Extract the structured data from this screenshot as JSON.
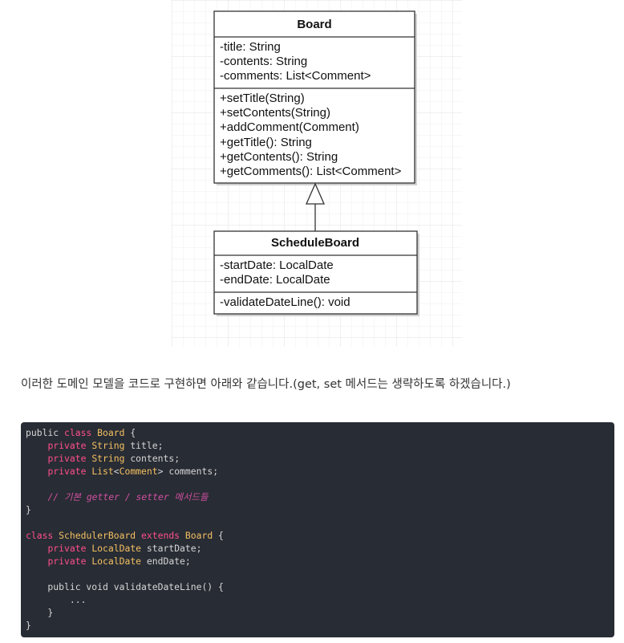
{
  "diagram": {
    "parent_class": {
      "name": "Board",
      "attributes": [
        "-title: String",
        "-contents: String",
        "-comments: List<Comment>"
      ],
      "methods": [
        "+setTitle(String)",
        "+setContents(String)",
        "+addComment(Comment)",
        "+getTitle(): String",
        "+getContents(): String",
        "+getComments(): List<Comment>"
      ]
    },
    "child_class": {
      "name": "ScheduleBoard",
      "attributes": [
        "-startDate: LocalDate",
        "-endDate: LocalDate"
      ],
      "methods": [
        "-validateDateLine(): void"
      ]
    },
    "relationship": "generalization"
  },
  "caption": "이러한 도메인 모델을 코드로 구현하면 아래와 같습니다.(get, set 메서드는 생략하도록 하겠습니다.)",
  "code": {
    "language": "java",
    "lines": [
      [
        {
          "t": "tx",
          "s": "public "
        },
        {
          "t": "kw",
          "s": "class "
        },
        {
          "t": "ty",
          "s": "Board"
        },
        {
          "t": "tx",
          "s": " {"
        }
      ],
      [
        {
          "t": "tx",
          "s": "    "
        },
        {
          "t": "kw",
          "s": "private "
        },
        {
          "t": "ty",
          "s": "String"
        },
        {
          "t": "tx",
          "s": " title;"
        }
      ],
      [
        {
          "t": "tx",
          "s": "    "
        },
        {
          "t": "kw",
          "s": "private "
        },
        {
          "t": "ty",
          "s": "String"
        },
        {
          "t": "tx",
          "s": " contents;"
        }
      ],
      [
        {
          "t": "tx",
          "s": "    "
        },
        {
          "t": "kw",
          "s": "private "
        },
        {
          "t": "ty",
          "s": "List"
        },
        {
          "t": "tx",
          "s": "<"
        },
        {
          "t": "ty",
          "s": "Comment"
        },
        {
          "t": "tx",
          "s": "> comments;"
        }
      ],
      [],
      [
        {
          "t": "tx",
          "s": "    "
        },
        {
          "t": "cm",
          "s": "// 기본 getter / setter 메서드들"
        }
      ],
      [
        {
          "t": "tx",
          "s": "}"
        }
      ],
      [],
      [
        {
          "t": "kw",
          "s": "class "
        },
        {
          "t": "ty",
          "s": "SchedulerBoard"
        },
        {
          "t": "tx",
          "s": " "
        },
        {
          "t": "kw",
          "s": "extends "
        },
        {
          "t": "ty",
          "s": "Board"
        },
        {
          "t": "tx",
          "s": " {"
        }
      ],
      [
        {
          "t": "tx",
          "s": "    "
        },
        {
          "t": "kw",
          "s": "private "
        },
        {
          "t": "ty",
          "s": "LocalDate"
        },
        {
          "t": "tx",
          "s": " startDate;"
        }
      ],
      [
        {
          "t": "tx",
          "s": "    "
        },
        {
          "t": "kw",
          "s": "private "
        },
        {
          "t": "ty",
          "s": "LocalDate"
        },
        {
          "t": "tx",
          "s": " endDate;"
        }
      ],
      [],
      [
        {
          "t": "tx",
          "s": "    public void validateDateLine() {"
        }
      ],
      [
        {
          "t": "tx",
          "s": "        ..."
        }
      ],
      [
        {
          "t": "tx",
          "s": "    }"
        }
      ],
      [
        {
          "t": "tx",
          "s": "}"
        }
      ]
    ]
  },
  "colors": {
    "code_background": "#282c34",
    "keyword": "#ff4f8b",
    "type": "#f4c062",
    "comment": "#d14fa0",
    "text": "#d6d6d6",
    "grid": "#e8e8e8",
    "uml_border": "#333333"
  }
}
